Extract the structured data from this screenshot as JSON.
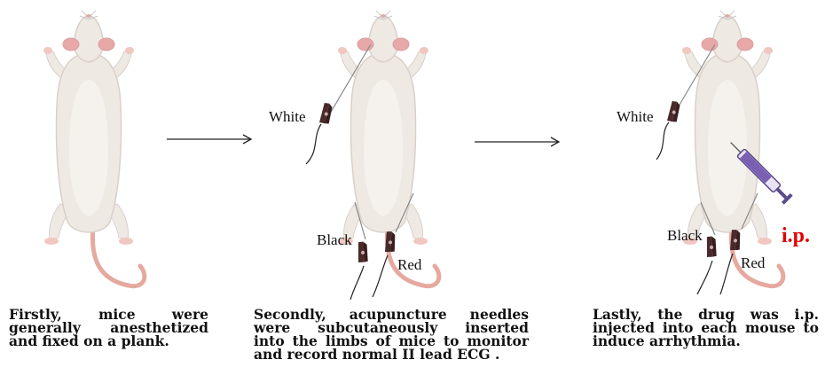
{
  "steps": [
    {
      "caption_lines": [
        "Firstly, mice were",
        "generally anesthetized",
        "and fixed on a plank."
      ]
    },
    {
      "labels": {
        "white": "White",
        "black": "Black",
        "red": "Red"
      },
      "caption_lines": [
        "Secondly, acupuncture needles",
        "were subcutaneously inserted",
        "into the limbs of mice to monitor",
        "and record normal II lead ECG ."
      ]
    },
    {
      "labels": {
        "white": "White",
        "black": "Black",
        "red": "Red",
        "injection": "i.p."
      },
      "caption_lines": [
        "Lastly, the drug was i.p.",
        "injected into each mouse to",
        "induce arrhythmia."
      ]
    }
  ],
  "colors": {
    "body": "#efe9e4",
    "outline": "#d9d0c8",
    "ear_pink": "#e8a8a8",
    "tail": "#e6a9a0",
    "clip": "#4a2a2a",
    "syringe": "#7a5fb3",
    "ip_label": "#e00000"
  }
}
